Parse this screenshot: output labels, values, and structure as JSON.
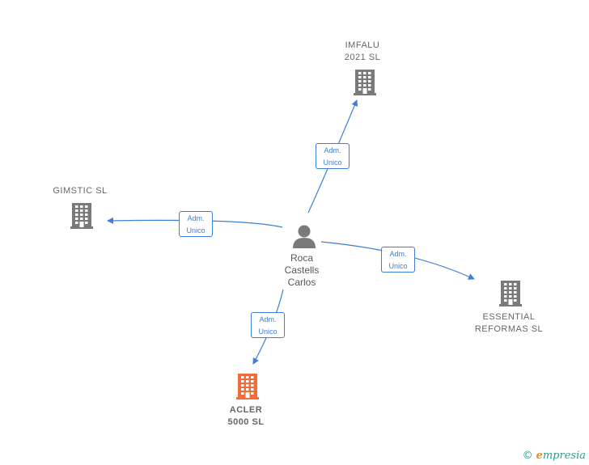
{
  "person": {
    "name_line1": "Roca",
    "name_line2": "Castells",
    "name_line3": "Carlos"
  },
  "companies": {
    "imfalu": {
      "name": "IMFALU\n2021  SL"
    },
    "gimstic": {
      "name": "GIMSTIC  SL"
    },
    "essential": {
      "name": "ESSENTIAL\nREFORMAS  SL"
    },
    "acler": {
      "name": "ACLER\n5000  SL"
    }
  },
  "edges": {
    "imfalu": {
      "line1": "Adm.",
      "line2": "Unico"
    },
    "gimstic": {
      "line1": "Adm.",
      "line2": "Unico"
    },
    "essential": {
      "line1": "Adm.",
      "line2": "Unico"
    },
    "acler": {
      "line1": "Adm.",
      "line2": "Unico"
    }
  },
  "brand": {
    "copyright": "©",
    "initial": "e",
    "rest": "mpresia"
  },
  "colors": {
    "edge": "#3d7ed6",
    "building": "#7a7a7a",
    "highlight": "#f26b3a",
    "person": "#7a7a7a"
  }
}
